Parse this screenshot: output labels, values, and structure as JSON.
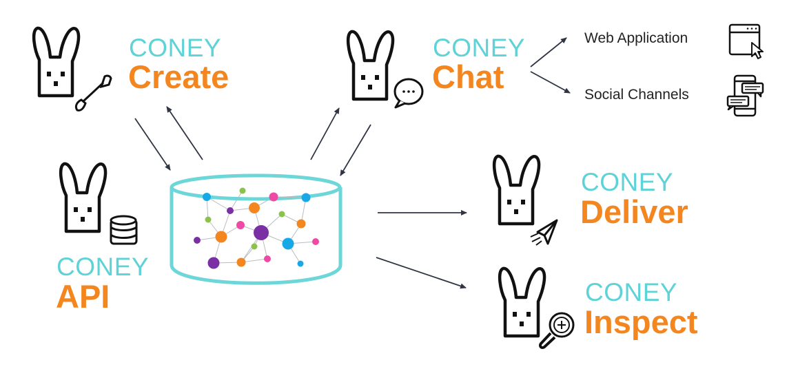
{
  "colors": {
    "brand": "#5ed3d7",
    "product": "#f4861f",
    "outline": "#111111",
    "arrow": "#2f3542",
    "database": "#6dd6d9",
    "node_palette": [
      "#f4861f",
      "#7b2fa4",
      "#17a9e6",
      "#ee4aa5",
      "#8bc34a"
    ]
  },
  "modules": {
    "create": {
      "brand": "CONEY",
      "name": "Create",
      "icon": "paintbrush-icon"
    },
    "chat": {
      "brand": "CONEY",
      "name": "Chat",
      "icon": "speech-bubble-icon"
    },
    "api": {
      "brand": "CONEY",
      "name": "API",
      "icon": "database-stack-icon"
    },
    "deliver": {
      "brand": "CONEY",
      "name": "Deliver",
      "icon": "paper-plane-icon"
    },
    "inspect": {
      "brand": "CONEY",
      "name": "Inspect",
      "icon": "magnifier-plus-icon"
    }
  },
  "channels": {
    "web": {
      "label": "Web Application",
      "icon": "browser-window-icon"
    },
    "social": {
      "label": "Social Channels",
      "icon": "phone-chat-icon"
    }
  },
  "central": {
    "icon": "knowledge-graph-database-icon"
  }
}
